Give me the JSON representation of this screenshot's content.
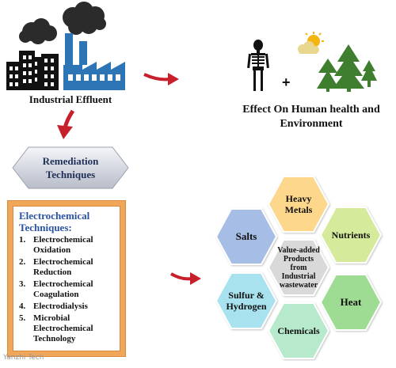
{
  "top": {
    "industrial_label": "Industrial Effluent",
    "effect_line1": "Effect On Human health and",
    "effect_line2": "Environment",
    "plus": "+"
  },
  "remediation": {
    "line1": "Remediation",
    "line2": "Techniques"
  },
  "techniques": {
    "title_line1": "Electrochemical",
    "title_line2": "Techniques:",
    "items": [
      {
        "num": "1.",
        "text": "Electrochemical Oxidation"
      },
      {
        "num": "2.",
        "text": "Electrochemical Reduction"
      },
      {
        "num": "3.",
        "text": "Electrochemical Coagulation"
      },
      {
        "num": "4.",
        "text": "Electrodialysis"
      },
      {
        "num": "5.",
        "text": "Microbial Electrochemical Technology"
      }
    ]
  },
  "products": {
    "center_line1": "Value-added",
    "center_line2": "Products",
    "center_line3": "from",
    "center_line4": "Industrial",
    "center_line5": "wastewater",
    "heavy_line1": "Heavy",
    "heavy_line2": "Metals",
    "nutrients": "Nutrients",
    "heat": "Heat",
    "chemicals": "Chemicals",
    "sulfur_line1": "Sulfur &",
    "sulfur_line2": "Hydrogen",
    "salts": "Salts"
  },
  "watermark": "Yanzhi Tech",
  "colors": {
    "arrow_red": "#c8202b",
    "factory_blue": "#2e75b6",
    "building_black": "#111111",
    "tree_green": "#3f7d2f",
    "frame_orange": "#f0a75a",
    "hex_center": "#d9d9d9",
    "hex_heavy": "#fdd78b",
    "hex_nutrients": "#d5ea9b",
    "hex_heat": "#9fdc93",
    "hex_chemicals": "#b7eacc",
    "hex_sulfur": "#a7e2ee",
    "hex_salts": "#a6bde6"
  }
}
